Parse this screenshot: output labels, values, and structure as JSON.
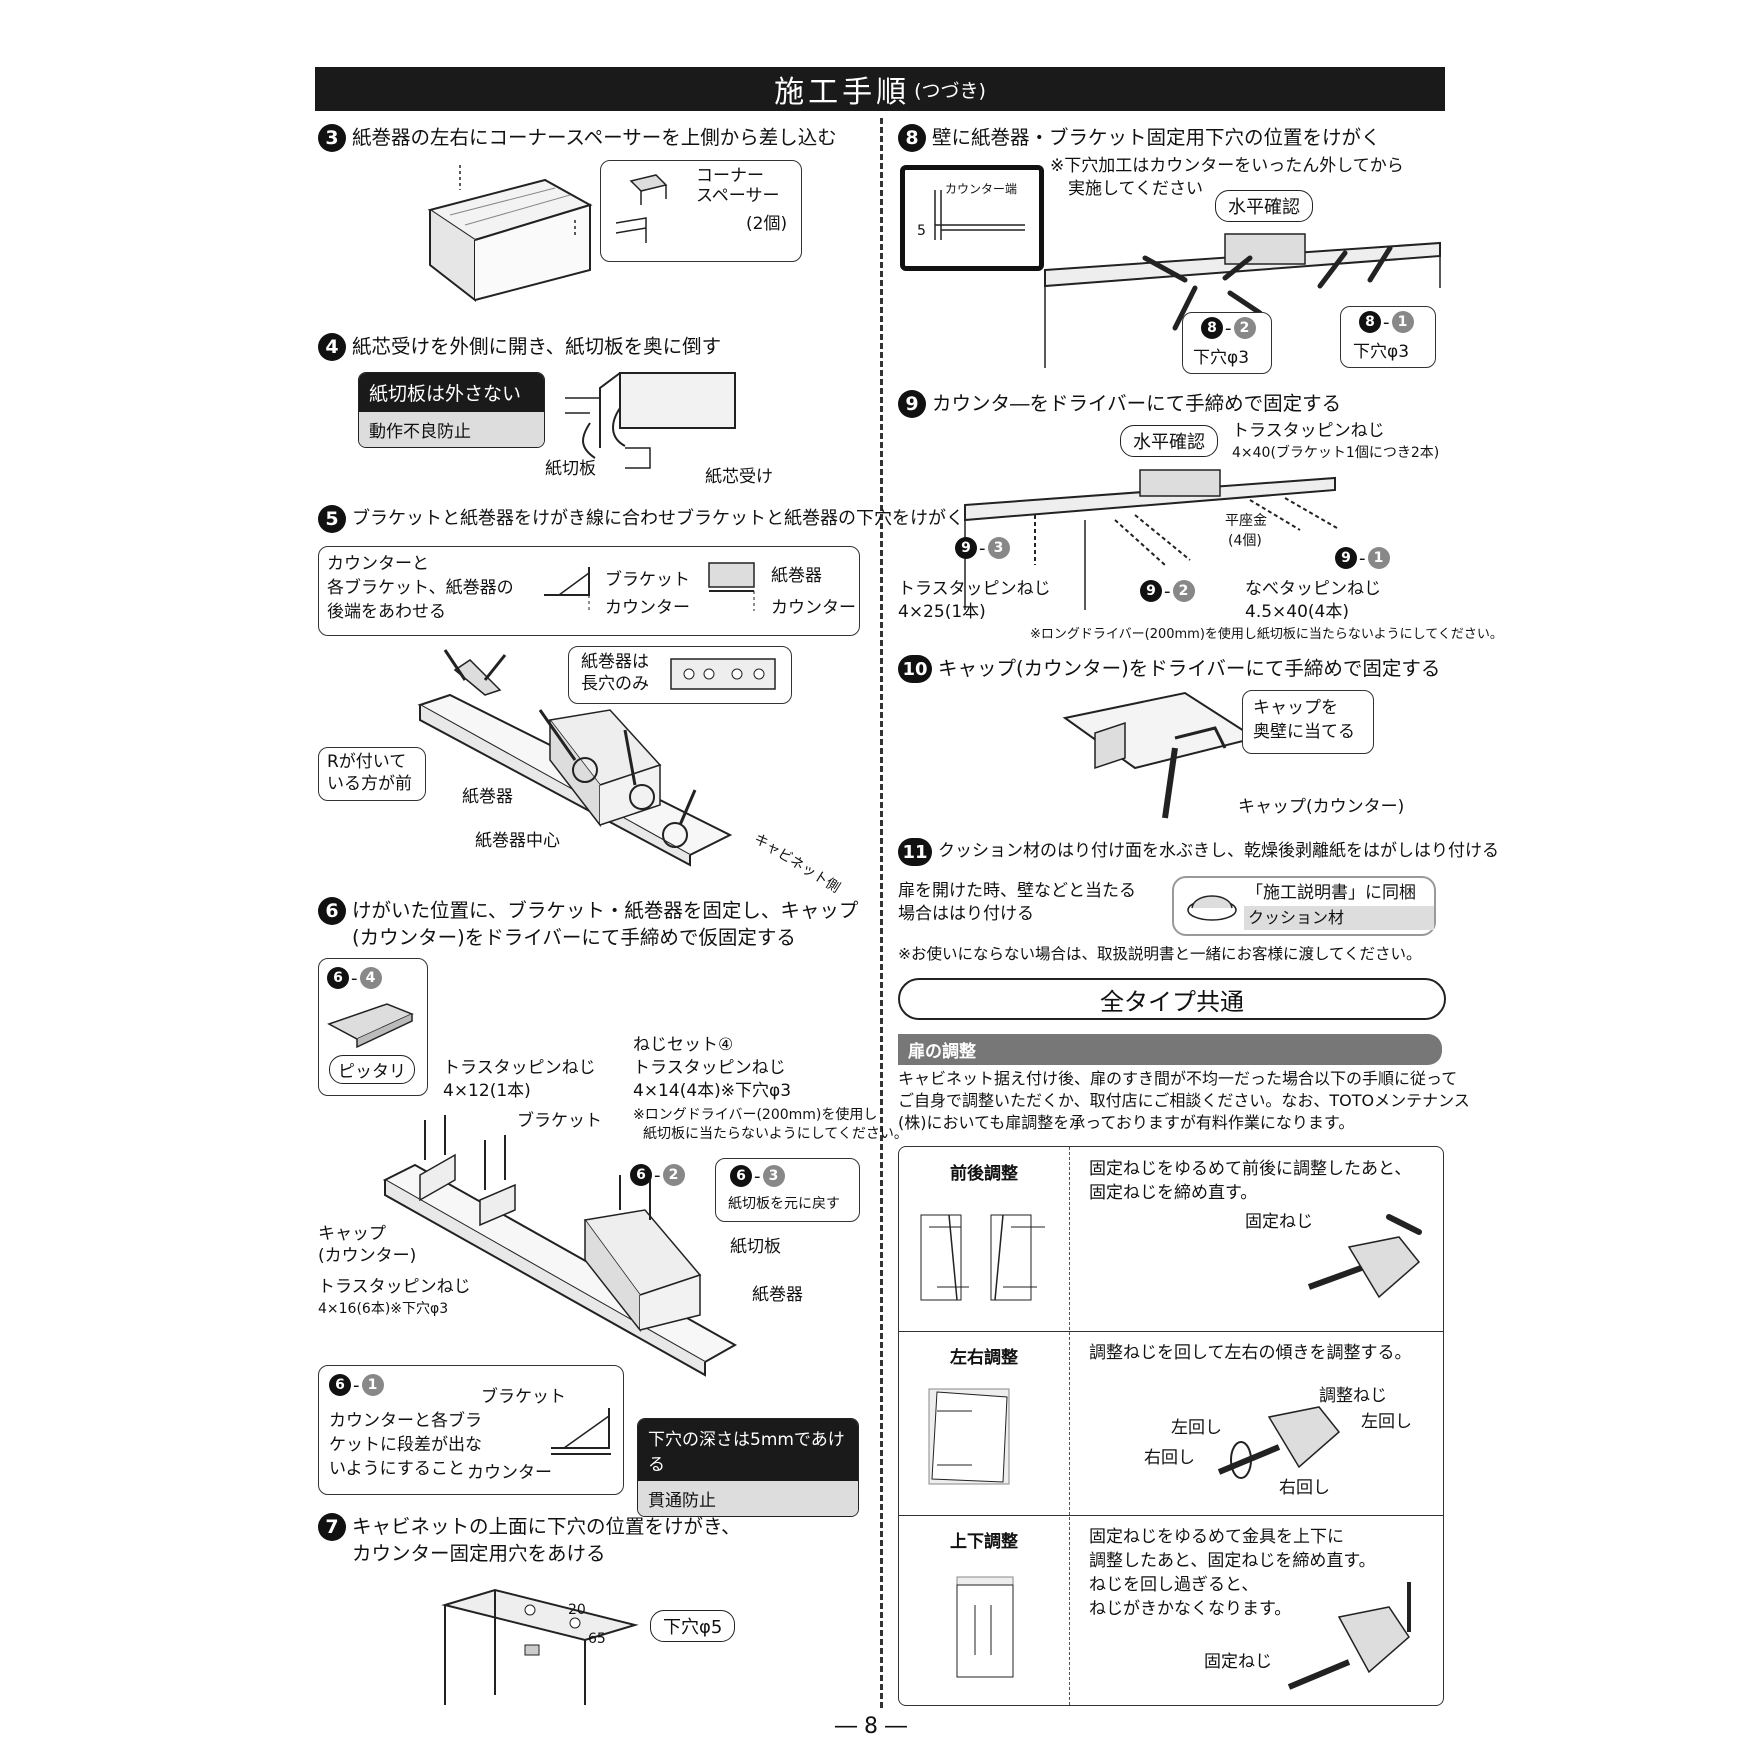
{
  "header": {
    "title": "施工手順",
    "subtitle": "(つづき)"
  },
  "steps": {
    "s3": {
      "num": "3",
      "text": "紙巻器の左右にコーナースペーサーを上側から差し込む",
      "callout": [
        "コーナー",
        "スペーサー",
        "(2個)"
      ]
    },
    "s4": {
      "num": "4",
      "text": "紙芯受けを外側に開き、紙切板を奥に倒す",
      "warn_title": "紙切板は外さない",
      "warn_body": "動作不良防止",
      "label_cutter": "紙切板",
      "label_core": "紙芯受け"
    },
    "s5": {
      "num": "5",
      "text": "ブラケットと紙巻器をけがき線に合わせブラケットと紙巻器の下穴をけがく",
      "box_lines": [
        "カウンターと",
        "各ブラケット、紙巻器の",
        "後端をあわせる"
      ],
      "bracket": "ブラケット",
      "counter": "カウンター",
      "holder": "紙巻器",
      "longhole": [
        "紙巻器は",
        "長穴のみ"
      ],
      "front": [
        "Rが付いて",
        "いる方が前"
      ],
      "holder_label": "紙巻器",
      "center_label": "紙巻器中心",
      "cabinet_side": "キャビネット側"
    },
    "s6": {
      "num": "6",
      "text": [
        "けがいた位置に、ブラケット・紙巻器を固定し、キャップ",
        "(カウンター)をドライバーにて手締めで仮固定する"
      ],
      "ref4": "6",
      "ref4n": "4",
      "pittari": "ピッタリ",
      "screw1": "トラスタッピンねじ",
      "screw1_size": "4×12(1本)",
      "set_title": "ねじセット④",
      "screw2": "トラスタッピンねじ",
      "screw2_size": "4×14(4本)※下穴φ3",
      "note_lines": [
        "※ロングドライバー(200mm)を使用し",
        "紙切板に当たらないようにしてください。"
      ],
      "bracket": "ブラケット",
      "ref2": "6",
      "ref2n": "2",
      "ref3": "6",
      "ref3n": "3",
      "ref3_text": "紙切板を元に戻す",
      "cutter": "紙切板",
      "holder": "紙巻器",
      "cap": [
        "キャップ",
        "(カウンター)"
      ],
      "screw3": "トラスタッピンねじ",
      "screw3_size": "4×16(6本)※下穴φ3",
      "ref1": "6",
      "ref1n": "1",
      "ref1_lines": [
        "カウンターと各ブラ",
        "ケットに段差が出な",
        "いようにすること"
      ],
      "ref1_bracket": "ブラケット",
      "ref1_counter": "カウンター",
      "warn_title": "下穴の深さは5mmであける",
      "warn_body": "貫通防止"
    },
    "s7": {
      "num": "7",
      "text": [
        "キャビネットの上面に下穴の位置をけがき、",
        "カウンター固定用穴をあける"
      ],
      "hole": "下穴φ5",
      "dim1": "20",
      "dim2": "65"
    },
    "s8": {
      "num": "8",
      "text": "壁に紙巻器・ブラケット固定用下穴の位置をけがく",
      "note": [
        "※下穴加工はカウンターをいったん外してから",
        "実施してください"
      ],
      "inset_label": "カウンター端",
      "inset_dim": "5",
      "level": "水平確認",
      "ref2": "8",
      "ref2n": "2",
      "ref2_hole": "下穴φ3",
      "ref1": "8",
      "ref1n": "1",
      "ref1_hole": "下穴φ3"
    },
    "s9": {
      "num": "9",
      "text": "カウンタ―をドライバーにて手締めで固定する",
      "level": "水平確認",
      "screwA": "トラスタッピンねじ",
      "screwA_size": "4×40(ブラケット1個につき2本)",
      "washer": [
        "平座金",
        "(4個)"
      ],
      "ref3": "9",
      "ref3n": "3",
      "ref1": "9",
      "ref1n": "1",
      "ref2": "9",
      "ref2n": "2",
      "screwB": "トラスタッピンねじ",
      "screwB_size": "4×25(1本)",
      "screwC": "なべタッピンねじ",
      "screwC_size": "4.5×40(4本)",
      "note": "※ロングドライバー(200mm)を使用し紙切板に当たらないようにしてください。"
    },
    "s10": {
      "num": "10",
      "text": "キャップ(カウンター)をドライバーにて手締めで固定する",
      "callout": [
        "キャップを",
        "奥壁に当てる"
      ],
      "cap": "キャップ(カウンター)"
    },
    "s11": {
      "num": "11",
      "text": "クッション材のはり付け面を水ぶきし、乾燥後剥離紙をはがしはり付ける",
      "body": [
        "扉を開けた時、壁などと当たる",
        "場合ははり付ける"
      ],
      "badge_title": "「施工説明書」に同梱",
      "badge_body": "クッション材",
      "note": "※お使いにならない場合は、取扱説明書と一緒にお客様に渡してください。"
    }
  },
  "common": {
    "title": "全タイプ共通",
    "section": "扉の調整",
    "intro": [
      "キャビネット据え付け後、扉のすき間が不均一だった場合以下の手順に従って",
      "ご自身で調整いただくか、取付店にご相談ください。なお、TOTOメンテナンス",
      "(株)においても扉調整を承っておりますが有料作業になります。"
    ],
    "rows": [
      {
        "title": "前後調整",
        "lines": [
          "固定ねじをゆるめて前後に調整したあと、",
          "固定ねじを締め直す。"
        ],
        "label": "固定ねじ"
      },
      {
        "title": "左右調整",
        "lines": [
          "調整ねじを回して左右の傾きを調整する。"
        ],
        "label": "調整ねじ",
        "left": "左回し",
        "right": "右回し",
        "left2": "左回し",
        "right2": "右回し"
      },
      {
        "title": "上下調整",
        "lines": [
          "固定ねじをゆるめて金具を上下に",
          "調整したあと、固定ねじを締め直す。",
          "ねじを回し過ぎると、",
          "ねじがきかなくなります。"
        ],
        "label": "固定ねじ"
      }
    ]
  },
  "footer": {
    "page": "― 8 ―"
  }
}
